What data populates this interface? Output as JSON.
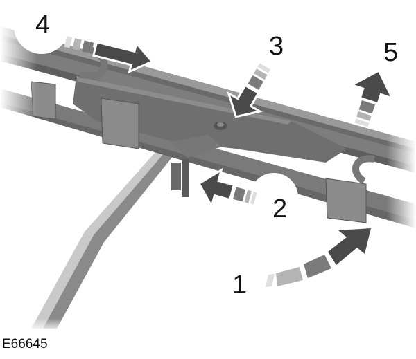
{
  "figure": {
    "id": "E66645",
    "subject": "Wiper blade removal",
    "colors": {
      "background": "#ffffff",
      "blade_dark": "#6b6b6b",
      "blade_mid": "#7d7d7d",
      "blade_light": "#9a9a9a",
      "arm_light": "#c8c8c8",
      "arrow_dark": "#4a4a4a",
      "arrow_mid": "#7a7a7a",
      "arrow_light": "#b4b4b4",
      "arrow_faint": "#dedede",
      "label_text": "#111111"
    }
  },
  "callouts": [
    {
      "number": "1",
      "action": "rotate-blade-up"
    },
    {
      "number": "2",
      "action": "press-clip"
    },
    {
      "number": "3",
      "action": "push-down"
    },
    {
      "number": "4",
      "action": "slide-blade"
    },
    {
      "number": "5",
      "action": "lift-off"
    }
  ]
}
